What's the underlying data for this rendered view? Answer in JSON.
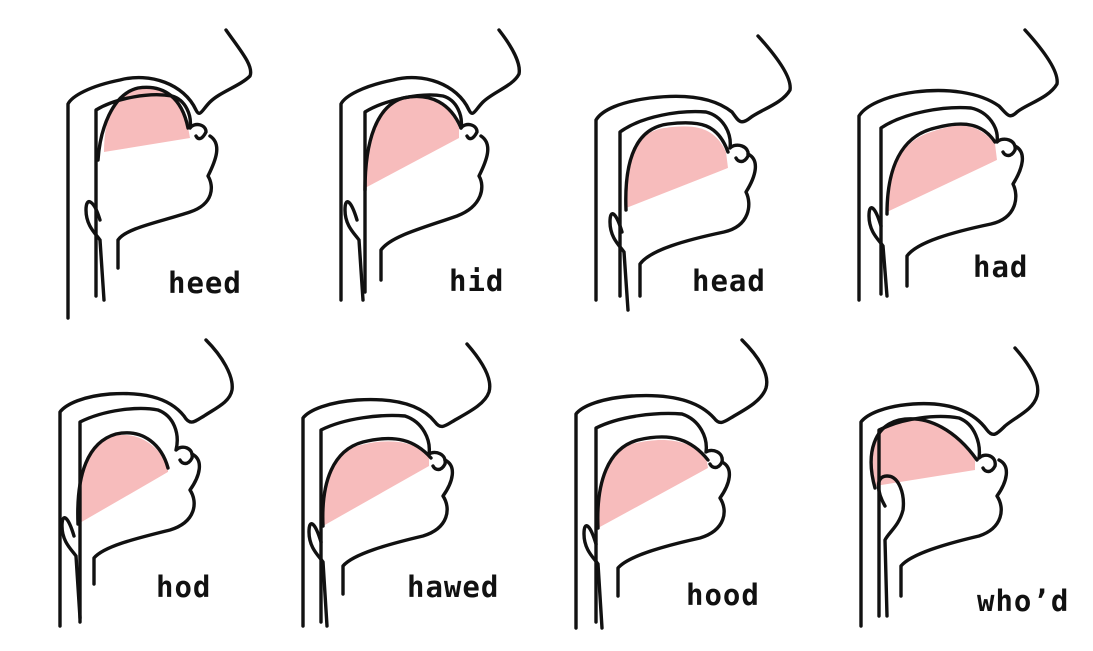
{
  "diagram": {
    "tongue_color": "#f7bcbc",
    "outline_color": "#111111",
    "vowels": [
      {
        "word": "heed"
      },
      {
        "word": "hid"
      },
      {
        "word": "head"
      },
      {
        "word": "had"
      },
      {
        "word": "hod"
      },
      {
        "word": "hawed"
      },
      {
        "word": "hood"
      },
      {
        "word": "who’d"
      }
    ]
  }
}
